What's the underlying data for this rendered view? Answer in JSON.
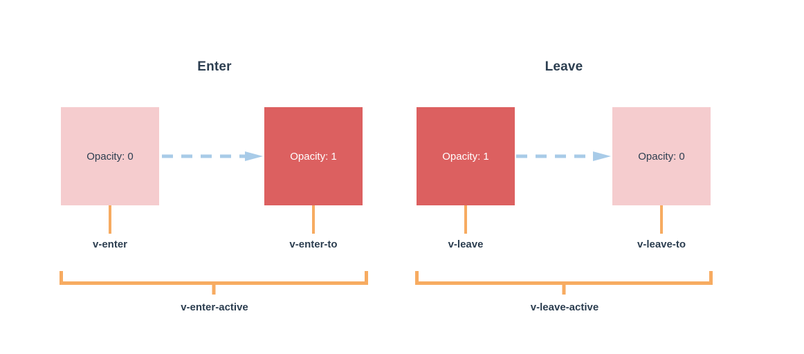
{
  "diagram": {
    "title_enter": "Enter",
    "title_leave": "Leave",
    "colors": {
      "faded_box": "#f5ccce",
      "solid_box": "#dc6060",
      "orange": "#f7ab61",
      "arrow_blue": "#a8cbe8",
      "text_navy": "#2c3e50",
      "background": "#ffffff"
    },
    "enter": {
      "heading": "Enter",
      "from_box": {
        "opacity_text": "Opacity: 0",
        "class_label": "v-enter",
        "fill": "#f5ccce"
      },
      "to_box": {
        "opacity_text": "Opacity: 1",
        "class_label": "v-enter-to",
        "fill": "#dc6060"
      },
      "active_label": "v-enter-active",
      "arrow_icon": "dashed-arrow-right-icon"
    },
    "leave": {
      "heading": "Leave",
      "from_box": {
        "opacity_text": "Opacity: 1",
        "class_label": "v-leave",
        "fill": "#dc6060"
      },
      "to_box": {
        "opacity_text": "Opacity: 0",
        "class_label": "v-leave-to",
        "fill": "#f5ccce"
      },
      "active_label": "v-leave-active",
      "arrow_icon": "dashed-arrow-right-icon"
    }
  }
}
